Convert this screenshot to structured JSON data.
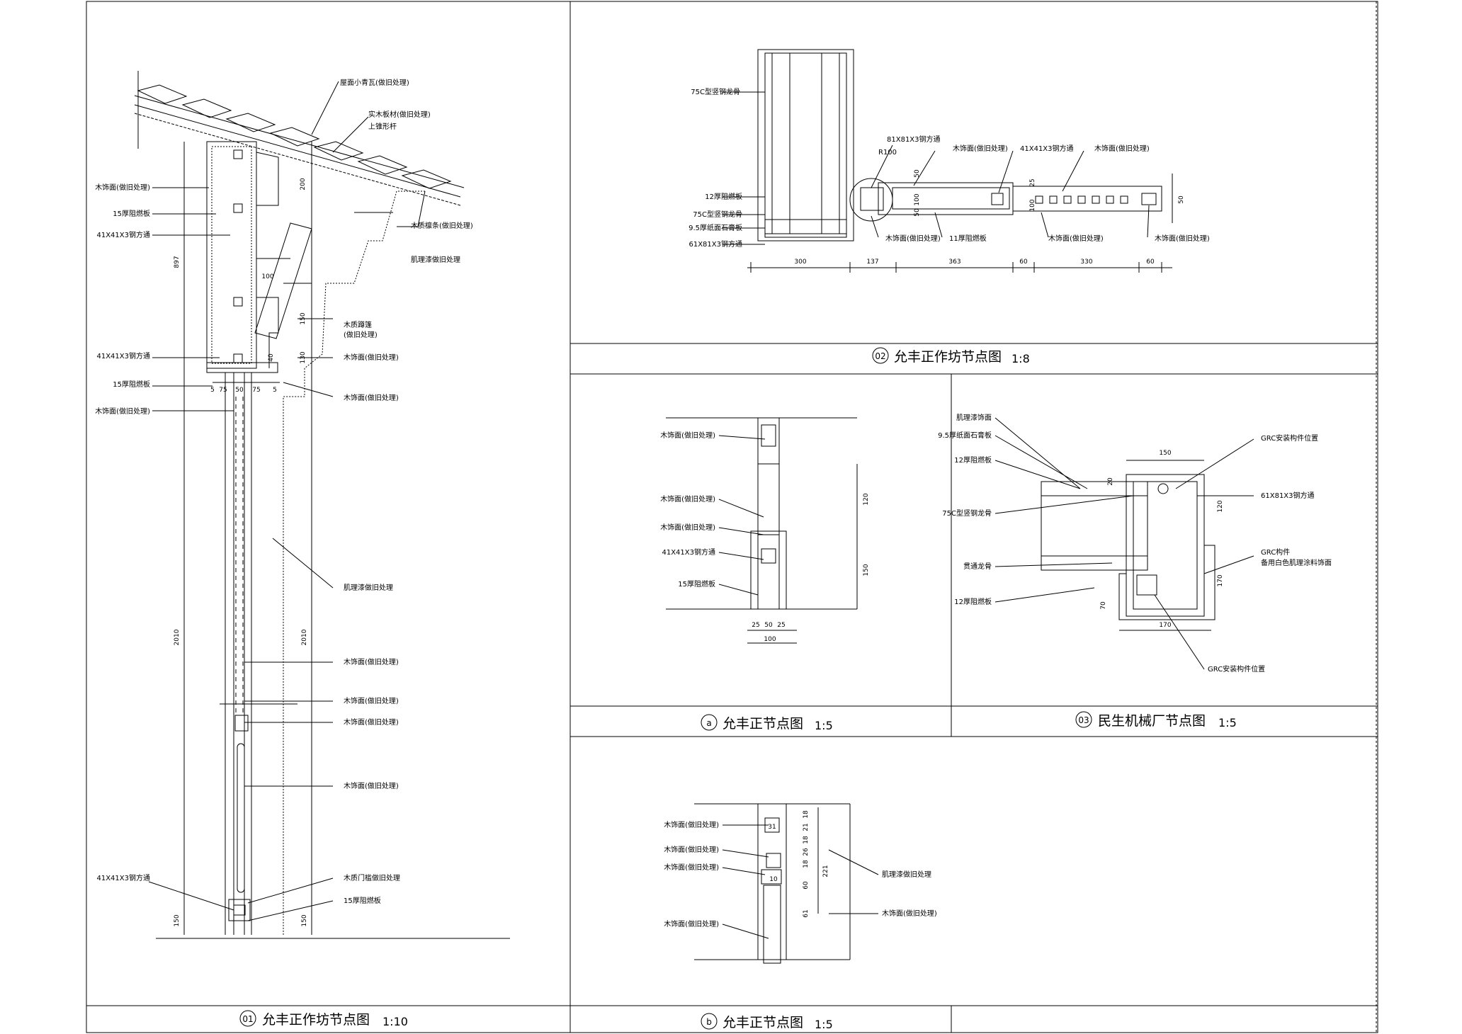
{
  "panels": {
    "p01": {
      "num": "01",
      "title": "允丰正作坊节点图",
      "scale": "1:10"
    },
    "p02": {
      "num": "02",
      "title": "允丰正作坊节点图",
      "scale": "1:8"
    },
    "pa": {
      "num": "a",
      "title": "允丰正节点图",
      "scale": "1:5"
    },
    "p03": {
      "num": "03",
      "title": "民生机械厂节点图",
      "scale": "1:5"
    },
    "pb": {
      "num": "b",
      "title": "允丰正节点图",
      "scale": "1:5"
    }
  },
  "d01": {
    "labels": [
      "屋面小青瓦(做旧处理)",
      "实木板材(做旧处理)",
      "上锥形杆",
      "木饰面(做旧处理)",
      "15厚阻燃板",
      "41X41X3钢方通",
      "木质檩条(做旧处理)",
      "肌理漆做旧处理",
      "木质蹲篷",
      "(做旧处理)",
      "木饰面(做旧处理)",
      "41X41X3钢方通",
      "15厚阻燃板",
      "木饰面(做旧处理)",
      "木饰面(做旧处理)",
      "肌理漆做旧处理",
      "木饰面(做旧处理)",
      "木饰面(做旧处理)",
      "木饰面(做旧处理)",
      "木饰面(做旧处理)",
      "41X41X3钢方通",
      "木质门槛做旧处理",
      "15厚阻燃板"
    ],
    "dims": [
      "897",
      "200",
      "100",
      "150",
      "130",
      "40",
      "5",
      "75",
      "50",
      "75",
      "5",
      "2010",
      "2010",
      "150",
      "150"
    ]
  },
  "d02": {
    "labels": [
      "75C型竖钢龙骨",
      "81X81X3钢方通",
      "R100",
      "木饰面(做旧处理)",
      "41X41X3钢方通",
      "木饰面(做旧处理)",
      "12厚阻燃板",
      "75C型竖钢龙骨",
      "9.5厚纸面石膏板",
      "61X81X3钢方通",
      "木饰面(做旧处理)",
      "11厚阻燃板",
      "木饰面(做旧处理)",
      "木饰面(做旧处理)"
    ],
    "dims": [
      "300",
      "137",
      "363",
      "60",
      "330",
      "60",
      "50",
      "100",
      "50",
      "50",
      "25",
      "100"
    ]
  },
  "da": {
    "labels": [
      "木饰面(做旧处理)",
      "木饰面(做旧处理)",
      "木饰面(做旧处理)",
      "41X41X3钢方通",
      "15厚阻燃板"
    ],
    "dims": [
      "120",
      "150",
      "25",
      "50",
      "25",
      "100"
    ]
  },
  "d03": {
    "labels": [
      "肌理漆饰面",
      "9.5厚纸面石膏板",
      "12厚阻燃板",
      "75C型竖钢龙骨",
      "贯通龙骨",
      "12厚阻燃板",
      "GRC安装构件位置",
      "61X81X3钢方通",
      "GRC构件",
      "备用白色肌理涂料饰面",
      "GRC安装构件位置"
    ],
    "dims": [
      "150",
      "20",
      "120",
      "170",
      "70",
      "170"
    ]
  },
  "db": {
    "labels": [
      "木饰面(做旧处理)",
      "木饰面(做旧处理)",
      "木饰面(做旧处理)",
      "木饰面(做旧处理)",
      "肌理漆做旧处理",
      "木饰面(做旧处理)"
    ],
    "dims": [
      "31",
      "10",
      "18",
      "21",
      "18",
      "26",
      "18",
      "60",
      "61",
      "221"
    ]
  }
}
